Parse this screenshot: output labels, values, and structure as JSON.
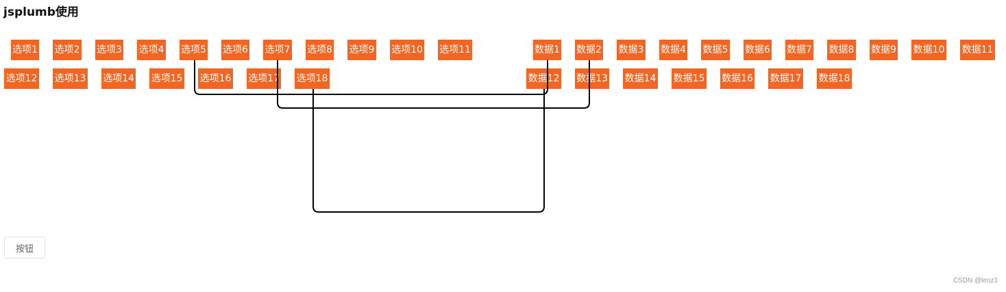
{
  "page": {
    "title": "jsplumb使用",
    "button_label": "按钮",
    "watermark": "CSDN @leoz1"
  },
  "options_row1": [
    "选项1",
    "选项2",
    "选项3",
    "选项4",
    "选项5",
    "选项6",
    "选项7",
    "选项8",
    "选项9",
    "选项10",
    "选项11"
  ],
  "options_row2": [
    "选项12",
    "选项13",
    "选项14",
    "选项15",
    "选项16",
    "选项17",
    "选项18"
  ],
  "data_row1": [
    "数据1",
    "数据2",
    "数据3",
    "数据4",
    "数据5",
    "数据6",
    "数据7",
    "数据8",
    "数据9",
    "数据10",
    "数据11"
  ],
  "data_row2": [
    "数据12",
    "数据13",
    "数据14",
    "数据15",
    "数据16",
    "数据17",
    "数据18"
  ],
  "connections": [
    {
      "from": "选项5",
      "to": "数据1"
    },
    {
      "from": "选项7",
      "to": "数据2"
    },
    {
      "from": "选项18",
      "to": "数据12"
    }
  ],
  "colors": {
    "node_background": "#f26522",
    "node_text": "#ffffff",
    "connector": "#000000"
  }
}
